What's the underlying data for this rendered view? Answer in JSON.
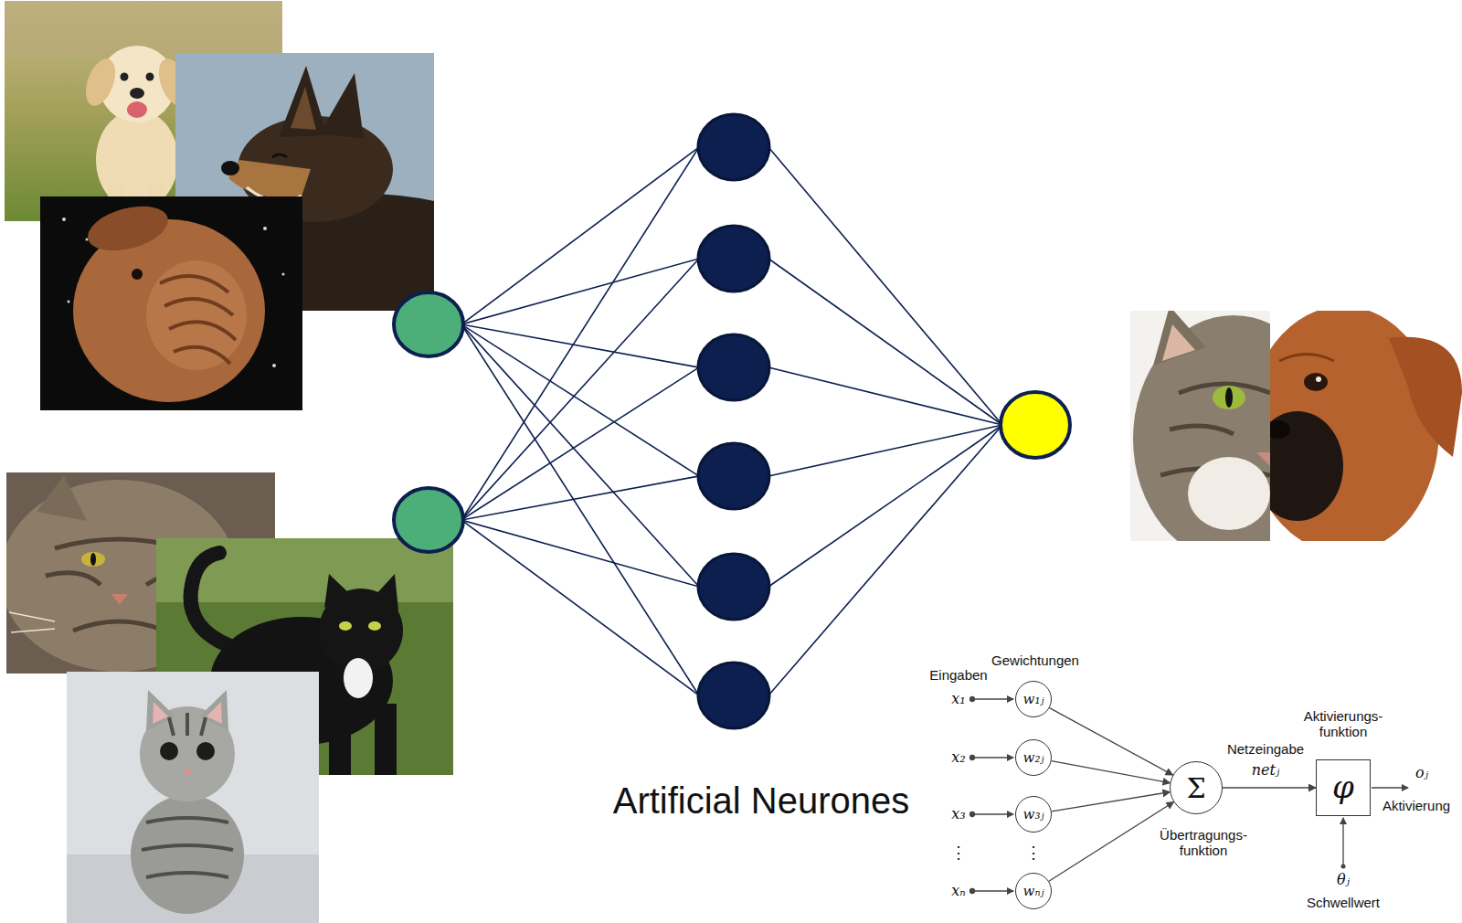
{
  "diagram": {
    "nodes": [
      {
        "text": [
          "w₁ⱼ"
        ]
      },
      {
        "text": [
          "w₂ⱼ"
        ]
      },
      {
        "text": [
          "w₃ⱼ"
        ]
      },
      {
        "text": [
          "wₙⱼ"
        ]
      },
      {
        "text": [
          "Σ"
        ]
      },
      {
        "text": [
          "φ"
        ]
      }
    ],
    "edges": [
      {
        "from": 0,
        "to": 4,
        "arrow": "to"
      },
      {
        "from": 1,
        "to": 4,
        "arrow": "to"
      },
      {
        "from": 2,
        "to": 4,
        "arrow": "to"
      },
      {
        "from": 3,
        "to": 4,
        "arrow": "to"
      },
      {
        "from": 4,
        "to": 5,
        "arrow": "to"
      }
    ],
    "labels": [
      "Artificial Neurones",
      "Gewichtungen",
      "Eingaben",
      "x₁",
      "x₂",
      "x₃",
      "⋮",
      "⋮",
      "xₙ",
      "Netzeingabe",
      "netⱼ",
      "Aktivierungs- funktion",
      "Übertragungs- funktion",
      "oⱼ",
      "Aktivierung",
      "θⱼ",
      "Schwellwert"
    ]
  }
}
